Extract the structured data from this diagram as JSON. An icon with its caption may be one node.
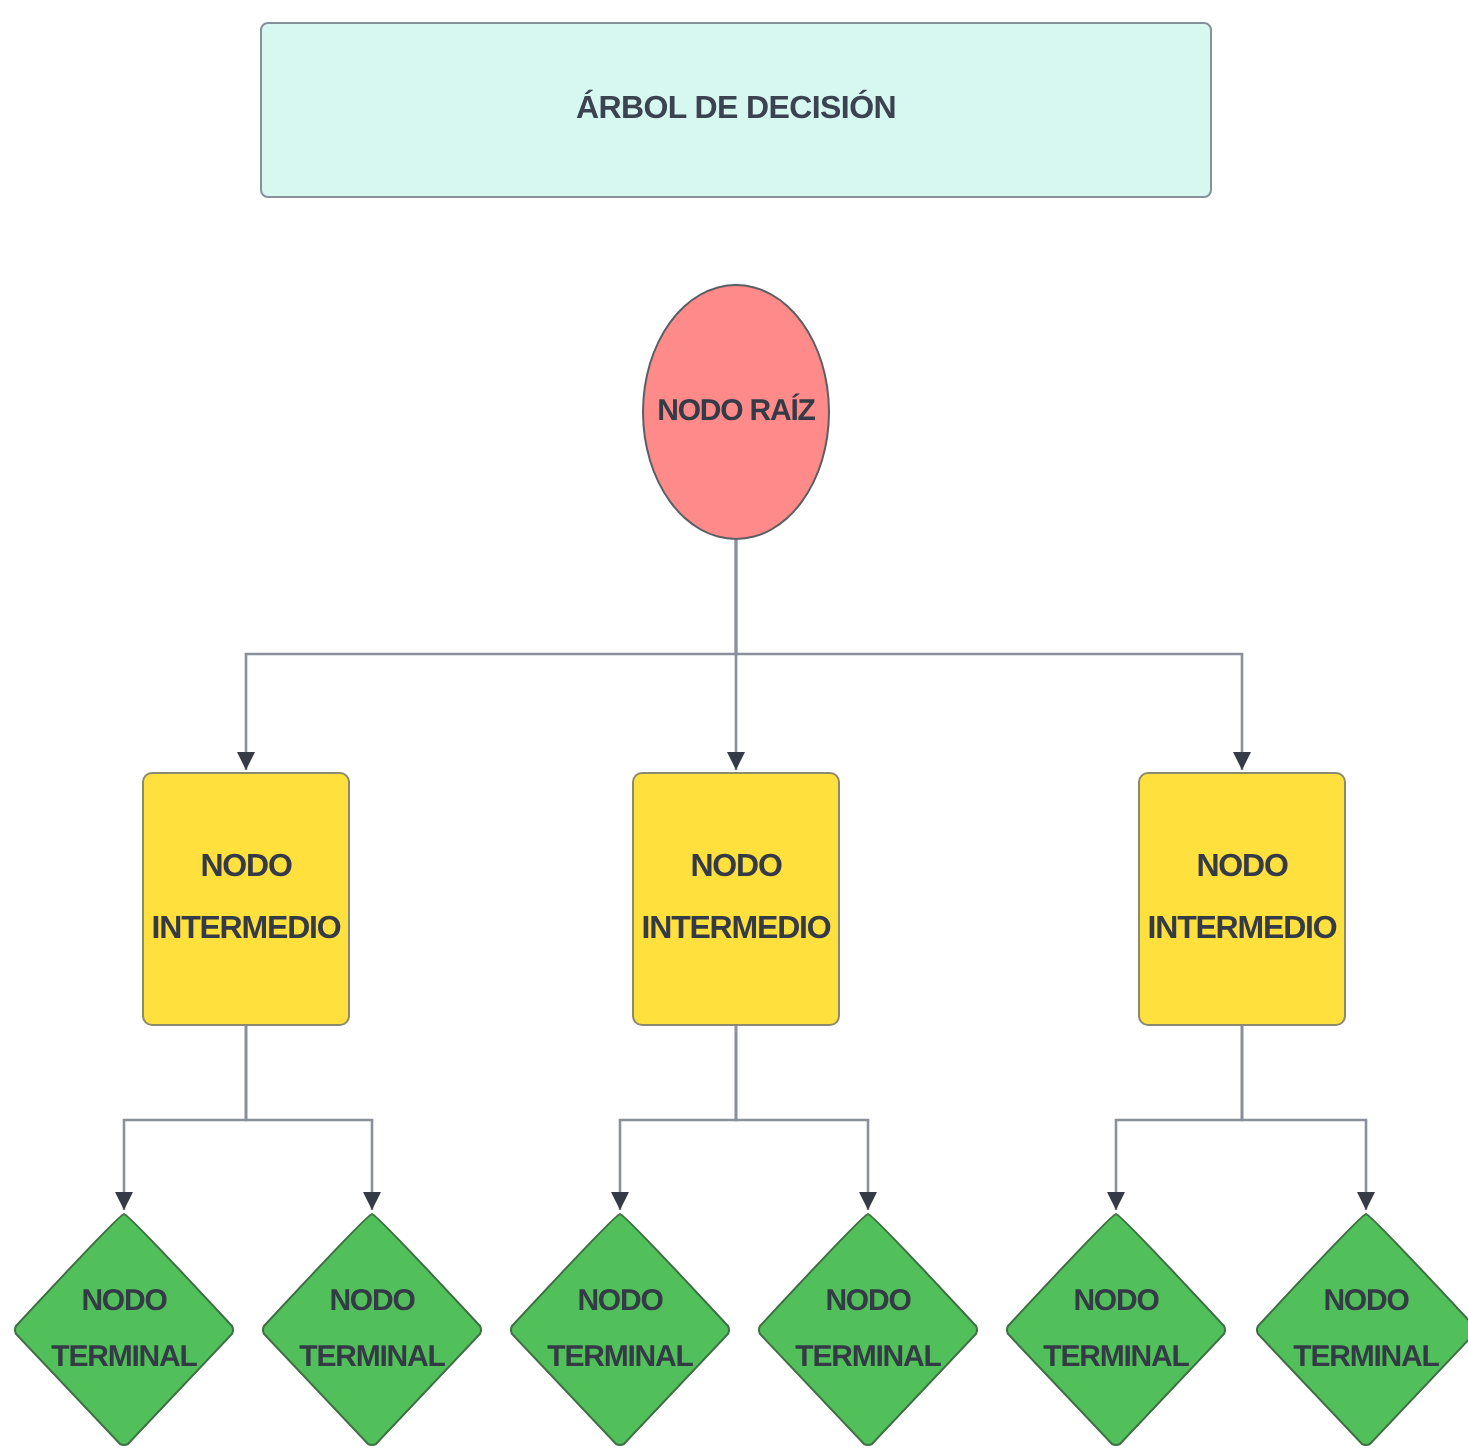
{
  "diagram": {
    "title": "ÁRBOL DE DECISIÓN",
    "nodes": [
      {
        "text": [
          "NODO RAÍZ"
        ]
      },
      {
        "text": [
          "NODO INTERMEDIO"
        ]
      },
      {
        "text": [
          "NODO INTERMEDIO"
        ]
      },
      {
        "text": [
          "NODO INTERMEDIO"
        ]
      },
      {
        "text": [
          "NODO TERMINAL"
        ]
      },
      {
        "text": [
          "NODO TERMINAL"
        ]
      },
      {
        "text": [
          "NODO TERMINAL"
        ]
      },
      {
        "text": [
          "NODO TERMINAL"
        ]
      },
      {
        "text": [
          "NODO TERMINAL"
        ]
      },
      {
        "text": [
          "NODO TERMINAL"
        ]
      }
    ],
    "edges": [
      {
        "from": 0,
        "to": 1,
        "arrow": "to"
      },
      {
        "from": 0,
        "to": 2,
        "arrow": "to"
      },
      {
        "from": 0,
        "to": 3,
        "arrow": "to"
      },
      {
        "from": 1,
        "to": 4,
        "arrow": "to"
      },
      {
        "from": 1,
        "to": 5,
        "arrow": "to"
      },
      {
        "from": 2,
        "to": 6,
        "arrow": "to"
      },
      {
        "from": 2,
        "to": 7,
        "arrow": "to"
      },
      {
        "from": 3,
        "to": 8,
        "arrow": "to"
      },
      {
        "from": 3,
        "to": 9,
        "arrow": "to"
      }
    ]
  }
}
